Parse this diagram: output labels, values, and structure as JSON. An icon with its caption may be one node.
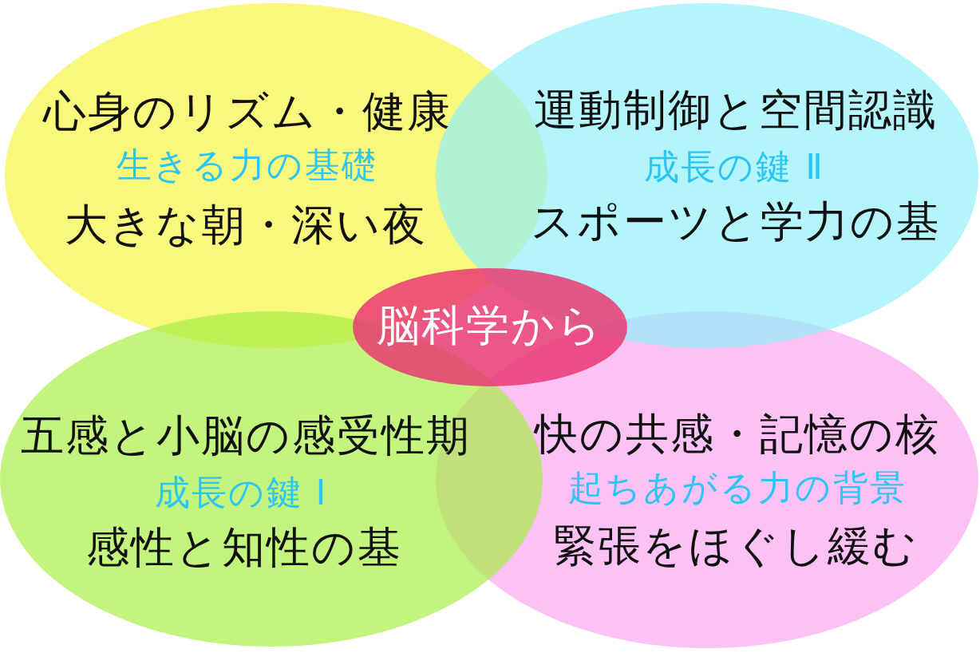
{
  "diagram": {
    "nodes": [
      {
        "text": [
          "心身のリズム・健康",
          "生きる力の基礎",
          "大きな朝・深い夜"
        ]
      },
      {
        "text": [
          "運動制御と空間認識",
          "成長の鍵 Ⅱ",
          "スポーツと学力の基"
        ]
      },
      {
        "text": [
          "脳科学から"
        ]
      },
      {
        "text": [
          "五感と小脳の感受性期",
          "成長の鍵 Ⅰ",
          "感性と知性の基"
        ]
      },
      {
        "text": [
          "快の共感・記憶の核",
          "起ちあがる力の背景",
          "緊張をほぐし緩む"
        ]
      }
    ]
  }
}
